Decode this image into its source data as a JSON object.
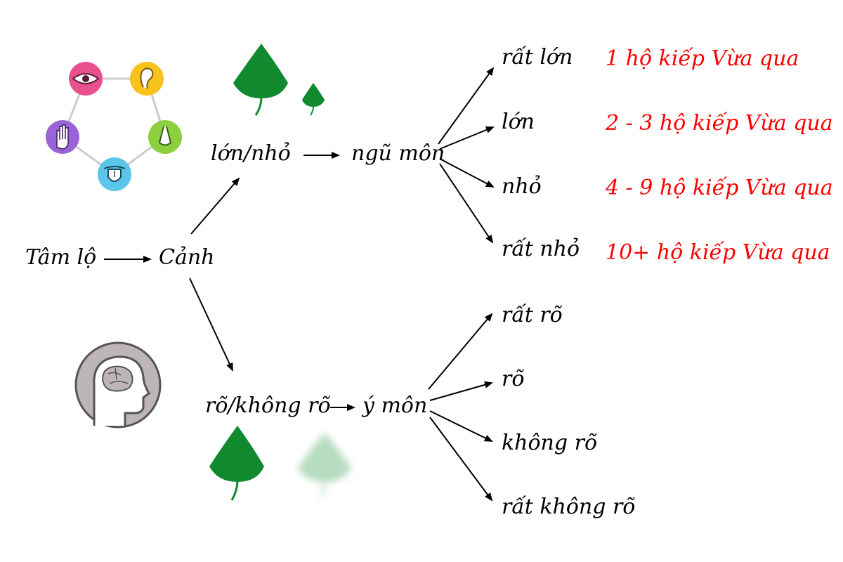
{
  "nodes": {
    "root": "Tâm lộ",
    "object": "Cảnh",
    "size_branch": "lớn/nhỏ",
    "door_five": "ngũ môn",
    "clarity_branch": "rõ/không rõ",
    "door_mind": "ý môn"
  },
  "five_door_levels": [
    {
      "level": "rất lớn",
      "duration": "1 hộ kiếp Vừa qua"
    },
    {
      "level": "lớn",
      "duration": "2 - 3 hộ kiếp Vừa qua"
    },
    {
      "level": "nhỏ",
      "duration": "4 - 9 hộ kiếp Vừa qua"
    },
    {
      "level": "rất nhỏ",
      "duration": "10+ hộ kiếp Vừa qua"
    }
  ],
  "mind_door_levels": [
    "rất rõ",
    "rõ",
    "không rõ",
    "rất không rõ"
  ],
  "colors": {
    "duration_text": "#ff0000",
    "leaf": "#118a2f",
    "leaf_faded": "#b7dcc0",
    "eye": "#e8508e",
    "ear": "#f7c21b",
    "nose": "#8ccf3f",
    "tongue": "#5bc6ea",
    "body": "#9a63d8",
    "head": "#bdb5b8"
  },
  "icons": {
    "senses": [
      "eye-icon",
      "ear-icon",
      "nose-icon",
      "tongue-icon",
      "hand-icon"
    ],
    "mind": "head-brain-icon",
    "leaves": [
      "large-leaf-icon",
      "small-leaf-icon",
      "clear-leaf-icon",
      "blurred-leaf-icon"
    ]
  }
}
